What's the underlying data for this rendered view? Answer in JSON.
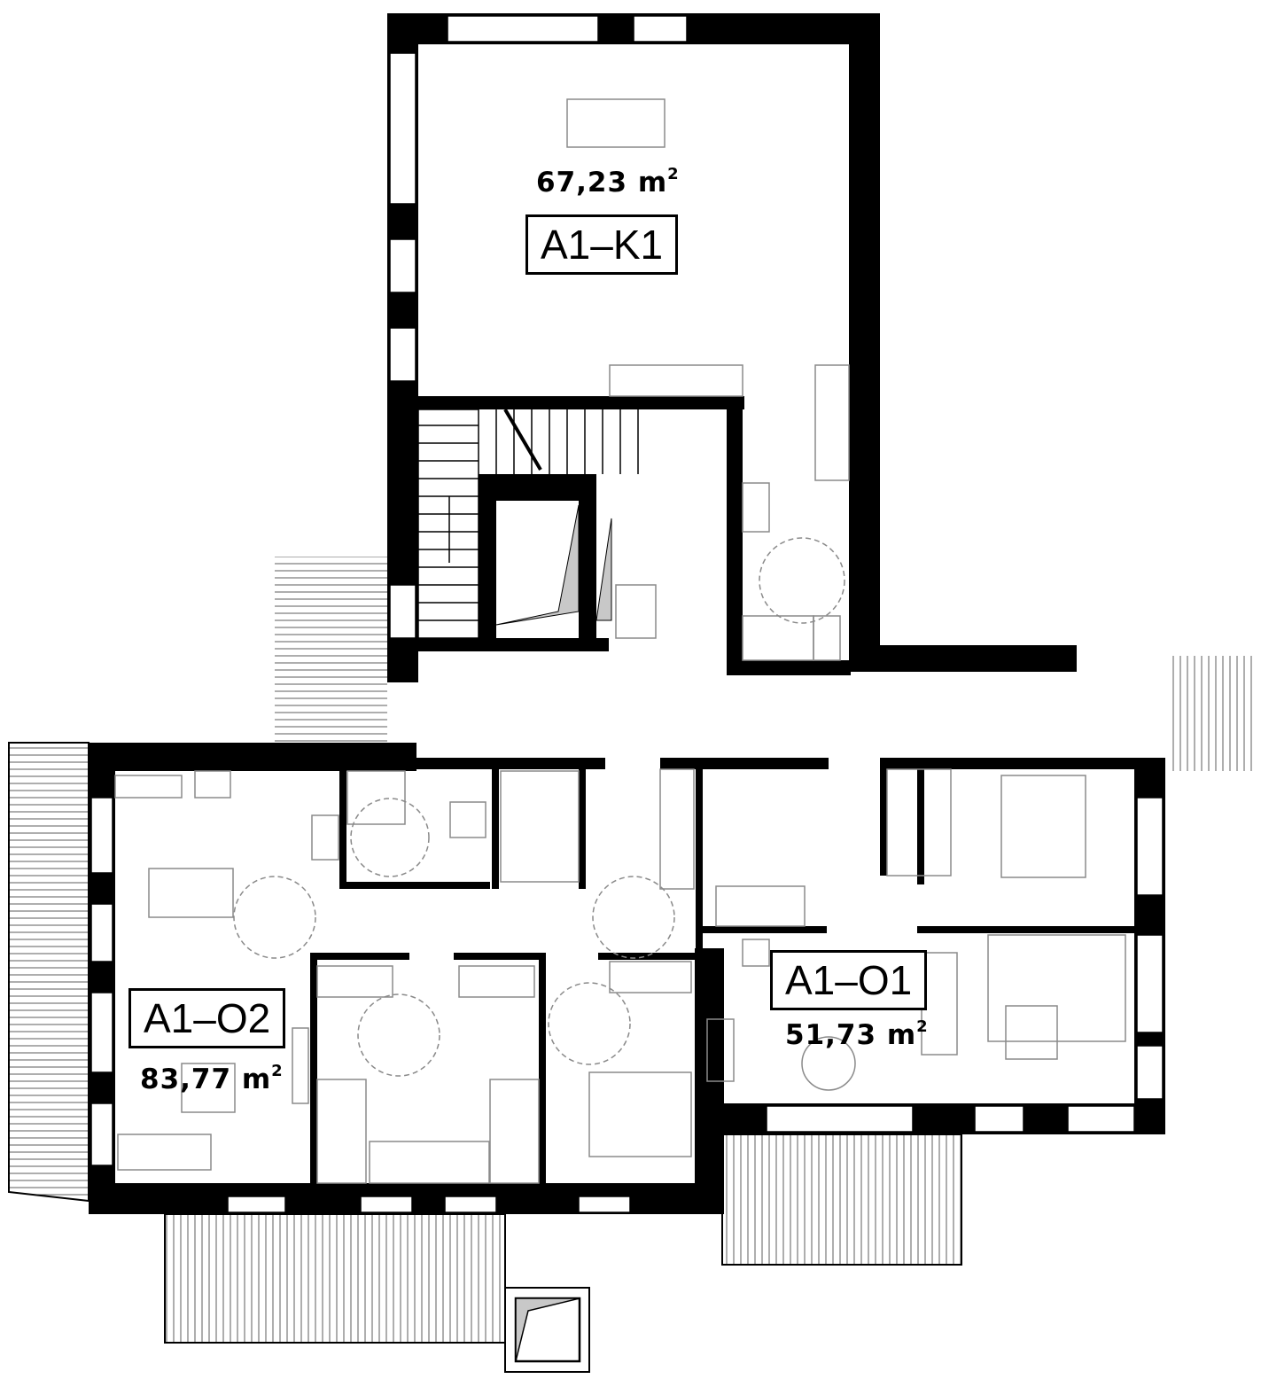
{
  "units": [
    {
      "code": "A1–K1",
      "area": "67,23",
      "unit": "m",
      "exp": "2"
    },
    {
      "code": "A1–O1",
      "area": "51,73",
      "unit": "m",
      "exp": "2"
    },
    {
      "code": "A1–O2",
      "area": "83,77",
      "unit": "m",
      "exp": "2"
    }
  ],
  "colors": {
    "wall": "#000000",
    "furniture": "#8a8a8a",
    "shaft": "#c8c8c8"
  }
}
